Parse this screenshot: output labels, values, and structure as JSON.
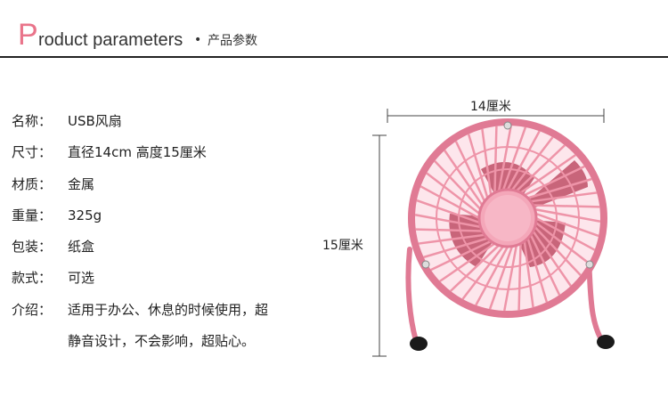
{
  "header": {
    "title_initial": "P",
    "title_rest": "roduct parameters",
    "separator": "•",
    "title_cn": "产品参数",
    "accent_color": "#e9748a"
  },
  "specs": [
    {
      "label": "名称：",
      "value": "USB风扇"
    },
    {
      "label": "尺寸：",
      "value": "直径14cm 高度15厘米"
    },
    {
      "label": "材质：",
      "value": "金属"
    },
    {
      "label": "重量：",
      "value": "325g"
    },
    {
      "label": "包装：",
      "value": "纸盒"
    },
    {
      "label": "款式：",
      "value": "可选"
    },
    {
      "label": "介绍：",
      "value": "适用于办公、休息的时候使用，超"
    },
    {
      "label": "",
      "value": "静音设计，不会影响，超贴心。"
    }
  ],
  "figure": {
    "width_label": "14厘米",
    "height_label": "15厘米",
    "fan_color": "#f4a7b9",
    "fan_stroke": "#e07a94",
    "blade_color": "#c0304a"
  }
}
